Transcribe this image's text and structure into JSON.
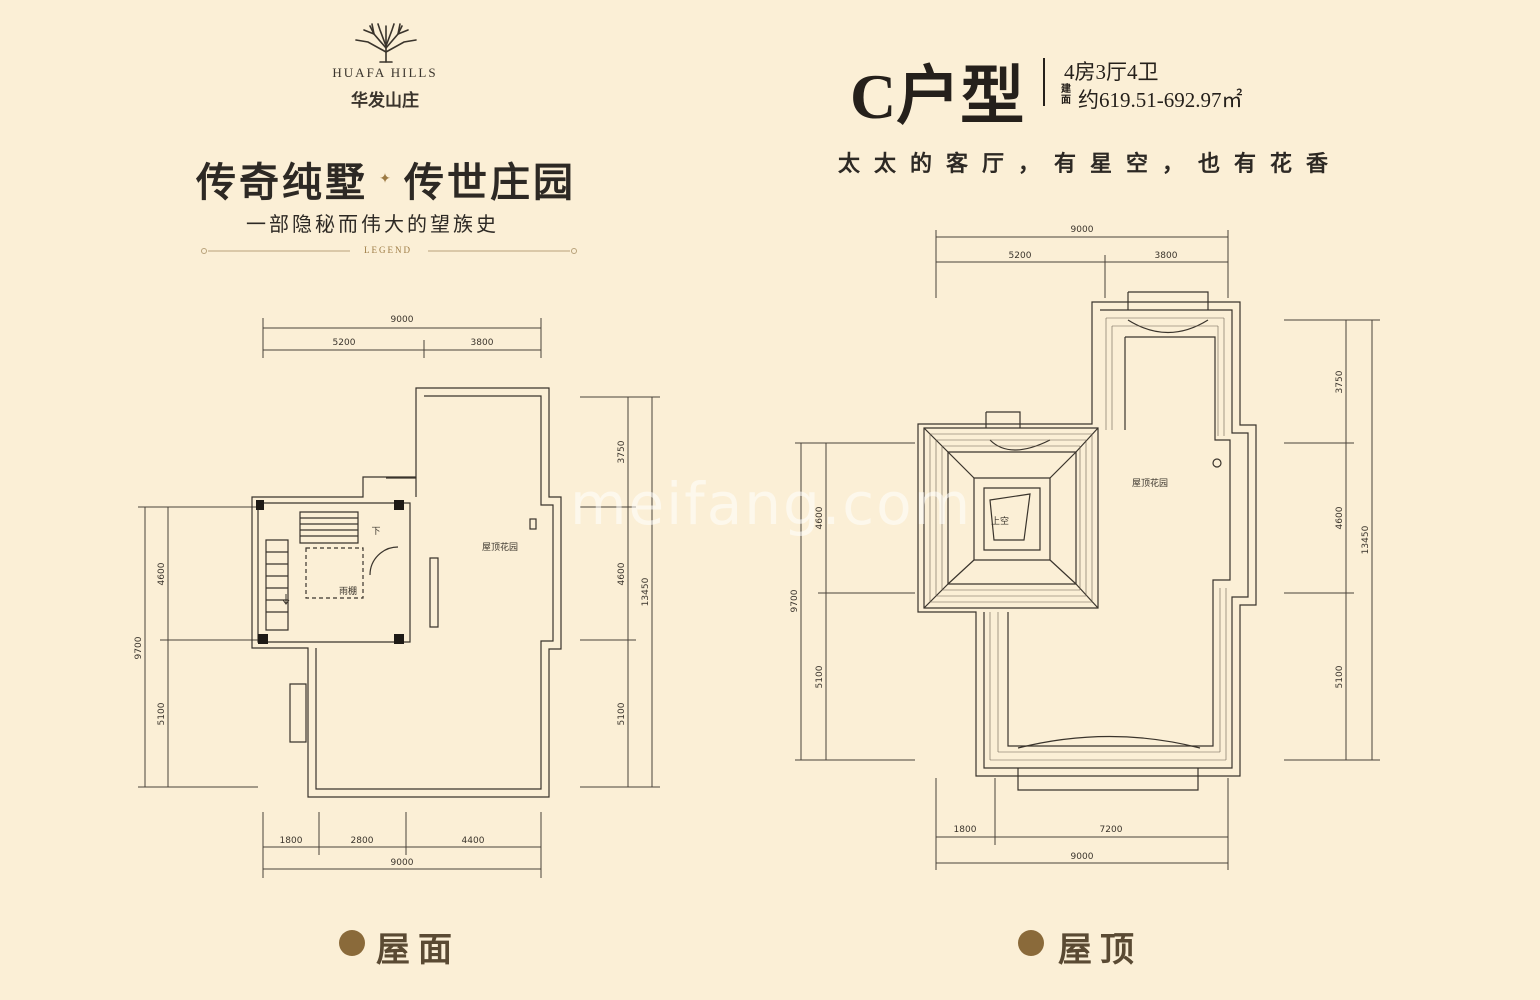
{
  "brand": {
    "name_en": "HUAFA HILLS",
    "name_cn": "华发山庄"
  },
  "slogan": {
    "left": "传奇纯墅",
    "right": "传世庄园",
    "subtitle": "一部隐秘而伟大的望族史",
    "legend": "LEGEND"
  },
  "unit": {
    "type": "C户型",
    "rooms": "4房3厅4卫",
    "area_label": "建面",
    "area": "约619.51-692.97㎡",
    "tagline": "太太的客厅，有星空，也有花香"
  },
  "watermark": "meifang.com",
  "left_plan": {
    "caption": "屋面",
    "top_dims": [
      "9000",
      "5200",
      "3800"
    ],
    "bottom_dims": [
      "1800",
      "2800",
      "4400",
      "9000"
    ],
    "left_dims": [
      "4600",
      "9700",
      "5100"
    ],
    "right_dims": [
      "3750",
      "4600",
      "5100",
      "13450"
    ],
    "labels": {
      "roof_garden": "屋顶花园",
      "canopy": "雨棚",
      "down": "下"
    }
  },
  "right_plan": {
    "caption": "屋顶",
    "top_dims": [
      "9000",
      "5200",
      "3800"
    ],
    "bottom_dims": [
      "1800",
      "7200",
      "9000"
    ],
    "left_dims": [
      "4600",
      "9700",
      "5100"
    ],
    "right_dims": [
      "3750",
      "4600",
      "5100",
      "13450"
    ],
    "labels": {
      "roof_garden": "屋顶花园",
      "void": "上空"
    }
  },
  "colors": {
    "background": "#fbefd6",
    "accent": "#8a6a3a",
    "line": "#3a342c"
  }
}
